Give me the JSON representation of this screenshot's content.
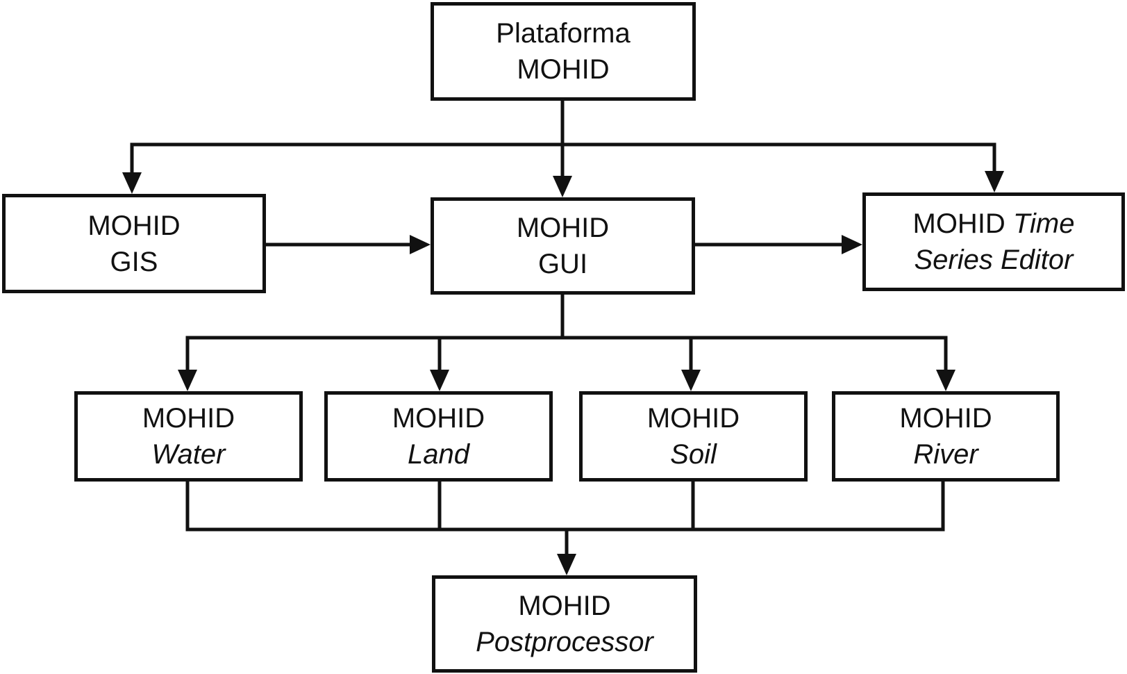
{
  "nodes": {
    "plataforma": {
      "line1": "Plataforma",
      "line2": "MOHID"
    },
    "gis": {
      "line1": "MOHID",
      "line2": "GIS"
    },
    "gui": {
      "line1": "MOHID",
      "line2": "GUI"
    },
    "time_series_editor": {
      "line1_plain": "MOHID",
      "line1_italic": "Time",
      "line2": "Series Editor"
    },
    "water": {
      "line1": "MOHID",
      "line2": "Water"
    },
    "land": {
      "line1": "MOHID",
      "line2": "Land"
    },
    "soil": {
      "line1": "MOHID",
      "line2": "Soil"
    },
    "river": {
      "line1": "MOHID",
      "line2": "River"
    },
    "postprocessor": {
      "line1": "MOHID",
      "line2": "Postprocessor"
    }
  },
  "edges": [
    {
      "from": "plataforma",
      "to": "gis"
    },
    {
      "from": "plataforma",
      "to": "gui"
    },
    {
      "from": "plataforma",
      "to": "time_series_editor"
    },
    {
      "from": "gis",
      "to": "gui"
    },
    {
      "from": "gui",
      "to": "time_series_editor"
    },
    {
      "from": "gui",
      "to": "water"
    },
    {
      "from": "gui",
      "to": "land"
    },
    {
      "from": "gui",
      "to": "soil"
    },
    {
      "from": "gui",
      "to": "river"
    },
    {
      "from": "water",
      "to": "postprocessor"
    },
    {
      "from": "land",
      "to": "postprocessor"
    },
    {
      "from": "soil",
      "to": "postprocessor"
    },
    {
      "from": "river",
      "to": "postprocessor"
    }
  ],
  "colors": {
    "stroke": "#111111",
    "background": "#ffffff"
  }
}
